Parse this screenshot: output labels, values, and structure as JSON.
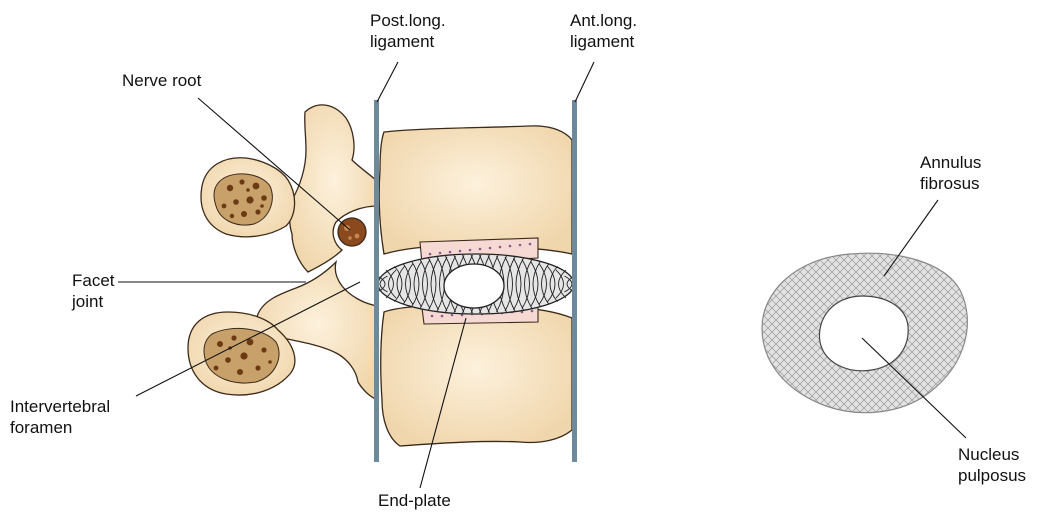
{
  "labels": {
    "post_long_ligament": [
      "Post.long.",
      "ligament"
    ],
    "ant_long_ligament": [
      "Ant.long.",
      "ligament"
    ],
    "nerve_root": "Nerve root",
    "facet_joint": [
      "Facet",
      "joint"
    ],
    "intervertebral_foramen": [
      "Intervertebral",
      "foramen"
    ],
    "end_plate": "End-plate",
    "annulus_fibrosus": [
      "Annulus",
      "fibrosus"
    ],
    "nucleus_pulposus": [
      "Nucleus",
      "pulposus"
    ]
  },
  "colors": {
    "bone": "#fbe8c8",
    "bone_outline": "#3a2a1a",
    "cancellous": "#c8a06a",
    "cancellous_spot": "#6b3a12",
    "ligament": "#6c8a9a",
    "end_plate": "#f6d9d3",
    "end_plate_dots": "#8a5a8a",
    "annulus": "#d9d9d9",
    "line": "#111111"
  }
}
